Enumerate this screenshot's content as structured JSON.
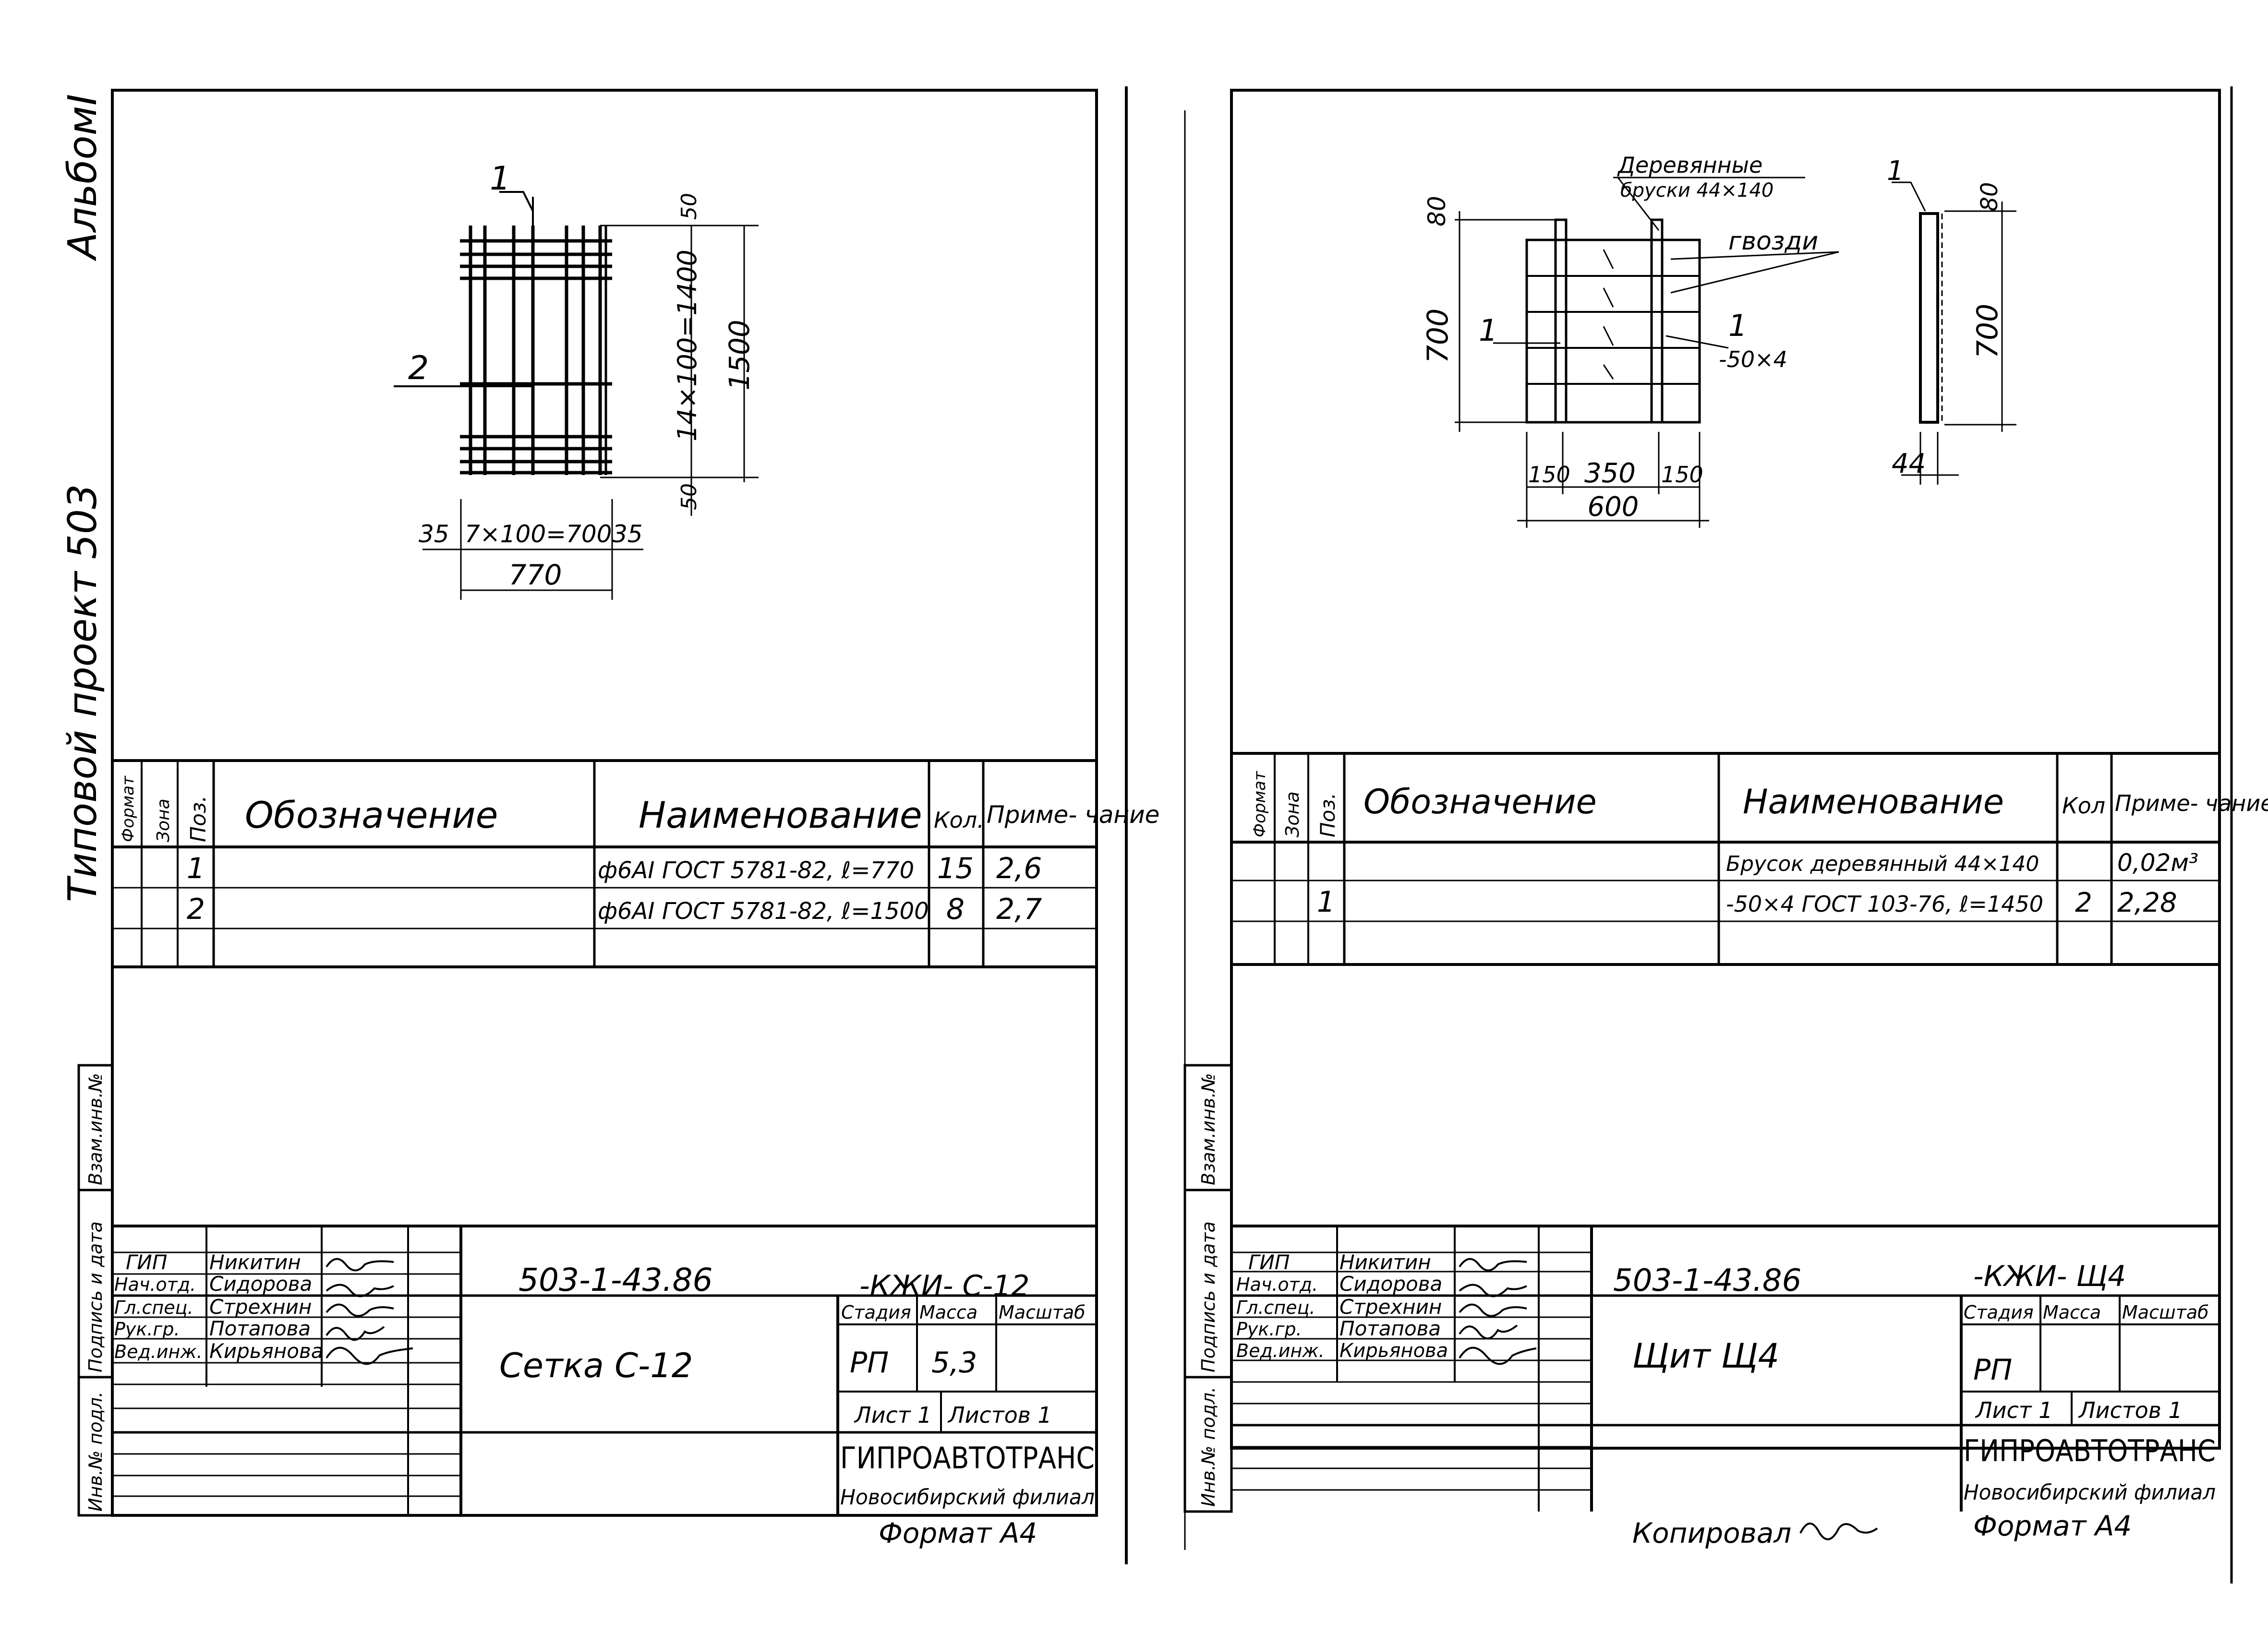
{
  "left_sheet": {
    "side_label": {
      "album_label": "Альбом",
      "album_number": "I",
      "project": "Типовой проект 503"
    },
    "drawing": {
      "position_1": "1",
      "position_2": "2",
      "dim_top": "50",
      "dim_middle": "14×100=1400",
      "dim_bottom": "50",
      "dim_total_height": "1500",
      "dim_left": "35",
      "dim_span": "7×100=700",
      "dim_right": "35",
      "dim_total_width": "770"
    },
    "spec_header": {
      "format": "Формат",
      "zone": "Зона",
      "pos": "Поз.",
      "designation": "Обозначение",
      "name": "Наименование",
      "qty": "Кол.",
      "note": "Приме- чание"
    },
    "spec_rows": [
      {
        "pos": "1",
        "name": "ф6АI ГОСТ 5781-82, ℓ=770",
        "qty": "15",
        "note": "2,6"
      },
      {
        "pos": "2",
        "name": "ф6АI ГОСТ 5781-82, ℓ=1500",
        "qty": "8",
        "note": "2,7"
      }
    ],
    "margin_labels": [
      "Инв.№ подл.",
      "Подпись и дата",
      "Взам.инв.№"
    ],
    "title_block": {
      "roles": [
        "ГИП",
        "Нач.отд.",
        "Гл.спец.",
        "Рук.гр.",
        "Вед.инж."
      ],
      "names": [
        "Никитин",
        "Сидорова",
        "Стрехнин",
        "Потапова",
        "Кирьянова"
      ],
      "doc_code": "503-1-43.86",
      "doc_suffix": "-КЖИ- С-12",
      "title": "Сетка   С-12",
      "stage_label": "Стадия",
      "mass_label": "Масса",
      "scale_label": "Масштаб",
      "stage": "РП",
      "mass": "5,3",
      "sheet": "Лист 1",
      "sheets": "Листов 1",
      "org": "ГИПРОАВТОТРАНС",
      "branch": "Новосибирский филиал",
      "format": "Формат А4"
    }
  },
  "right_sheet": {
    "drawing": {
      "wood_label_1": "Деревянные",
      "wood_label_2": "бруски 44×140",
      "nails_label": "гвозди",
      "position_1a": "1",
      "position_1b": "1",
      "position_1c": "1",
      "strip_label": "-50×4",
      "dim_top": "80",
      "dim_height": "700",
      "dim_left": "150",
      "dim_middle": "350",
      "dim_right": "150",
      "dim_width": "600",
      "side_dim_top": "80",
      "side_dim_height": "700",
      "side_dim_thickness": "44"
    },
    "spec_header": {
      "format": "Формат",
      "zone": "Зона",
      "pos": "Поз.",
      "designation": "Обозначение",
      "name": "Наименование",
      "qty": "Кол",
      "note": "Приме- чание"
    },
    "spec_rows": [
      {
        "pos": "",
        "name": "Брусок деревянный 44×140",
        "qty": "",
        "note": "0,02м³"
      },
      {
        "pos": "1",
        "name": "-50×4 ГОСТ 103-76, ℓ=1450",
        "qty": "2",
        "note": "2,28"
      }
    ],
    "margin_labels": [
      "Инв.№ подл.",
      "Подпись и дата",
      "Взам.инв.№"
    ],
    "title_block": {
      "roles": [
        "ГИП",
        "Нач.отд.",
        "Гл.спец.",
        "Рук.гр.",
        "Вед.инж."
      ],
      "names": [
        "Никитин",
        "Сидорова",
        "Стрехнин",
        "Потапова",
        "Кирьянова"
      ],
      "doc_code": "503-1-43.86",
      "doc_suffix": "-КЖИ- Щ4",
      "title": "Щит   Щ4",
      "stage_label": "Стадия",
      "mass_label": "Масса",
      "scale_label": "Масштаб",
      "stage": "РП",
      "sheet": "Лист 1",
      "sheets": "Листов 1",
      "org": "ГИПРОАВТОТРАНС",
      "branch": "Новосибирский филиал",
      "format": "Формат А4",
      "copied": "Копировал"
    }
  }
}
